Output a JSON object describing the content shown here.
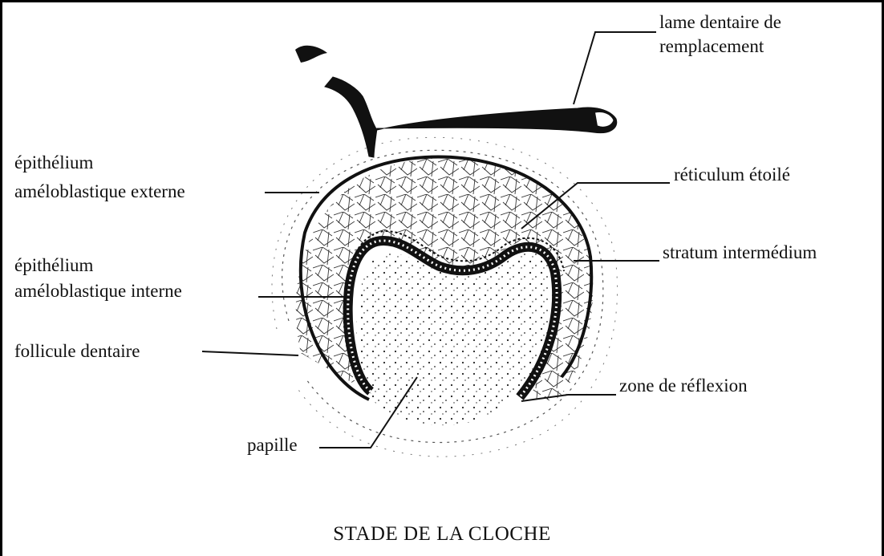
{
  "diagram": {
    "title": "STADE DE LA CLOCHE",
    "labels": {
      "lame_line1": "lame dentaire de",
      "lame_line2": "remplacement",
      "epi_ext_line1": "épithélium",
      "epi_ext_line2": "améloblastique externe",
      "reticulum": "réticulum étoilé",
      "stratum": "stratum intermédium",
      "epi_int_line1": "épithélium",
      "epi_int_line2": "améloblastique interne",
      "follicule": "follicule dentaire",
      "zone": "zone de réflexion",
      "papille": "papille"
    }
  }
}
